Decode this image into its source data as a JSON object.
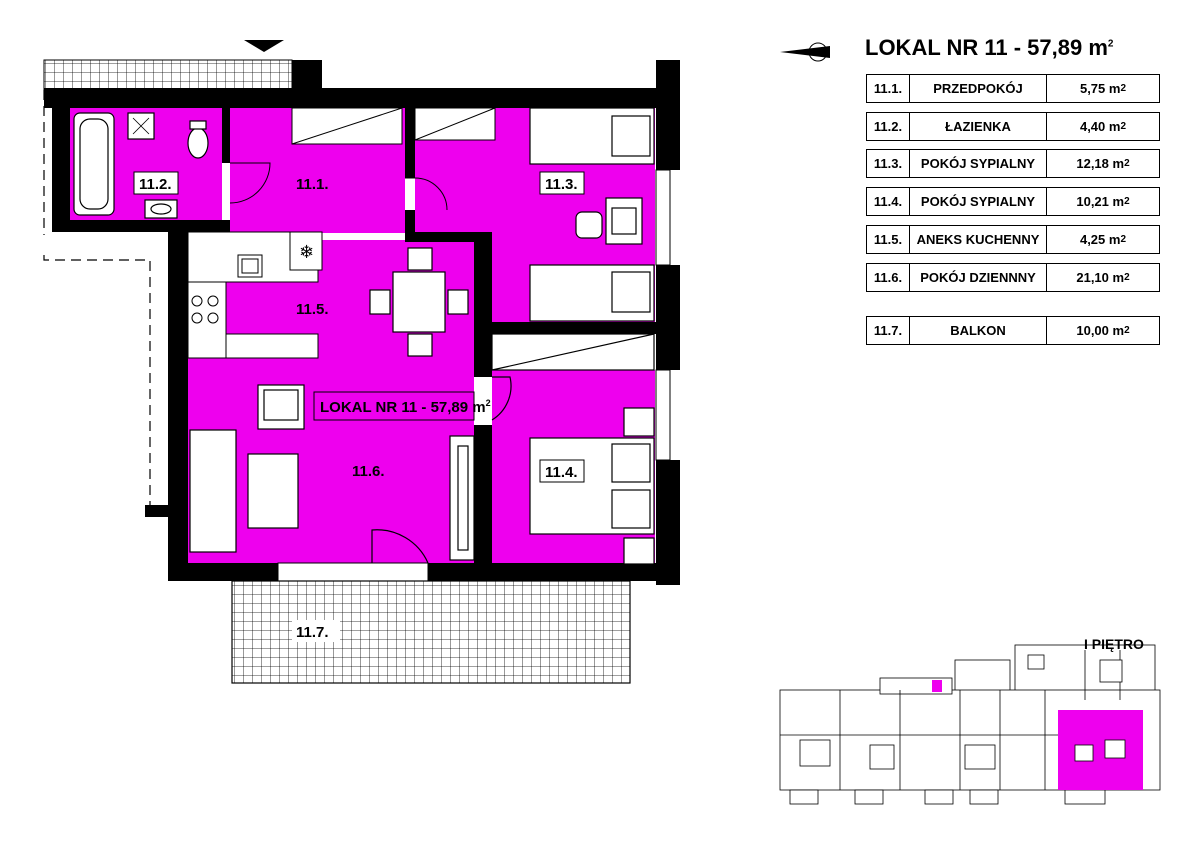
{
  "unit": {
    "title": "LOKAL NR 11 - 57,89 m",
    "title_sup": "2",
    "plan_label": "LOKAL NR 11 - 57,89 m",
    "plan_label_sup": "2"
  },
  "rooms": [
    {
      "no": "11.1.",
      "name": "PRZEDPOKÓJ",
      "area": "5,75 m",
      "sup": "2"
    },
    {
      "no": "11.2.",
      "name": "ŁAZIENKA",
      "area": "4,40 m",
      "sup": "2"
    },
    {
      "no": "11.3.",
      "name": "POKÓJ SYPIALNY",
      "area": "12,18 m",
      "sup": "2"
    },
    {
      "no": "11.4.",
      "name": "POKÓJ SYPIALNY",
      "area": "10,21 m",
      "sup": "2"
    },
    {
      "no": "11.5.",
      "name": "ANEKS KUCHENNY",
      "area": "4,25 m",
      "sup": "2"
    },
    {
      "no": "11.6.",
      "name": "POKÓJ DZIENNNY",
      "area": "21,10 m",
      "sup": "2"
    },
    {
      "no": "11.7.",
      "name": "BALKON",
      "area": "10,00 m",
      "sup": "2"
    }
  ],
  "plan_labels": {
    "r1": "11.1.",
    "r2": "11.2.",
    "r3": "11.3.",
    "r4": "11.4.",
    "r5": "11.5.",
    "r6": "11.6.",
    "r7": "11.7."
  },
  "floor": "I PIĘTRO",
  "icons": [
    "north-arrow-icon",
    "entrance-arrow-icon",
    "snowflake-icon"
  ],
  "colors": {
    "room_fill": "#ee00ee",
    "wall": "#000000",
    "highlight": "#ee00ee"
  }
}
